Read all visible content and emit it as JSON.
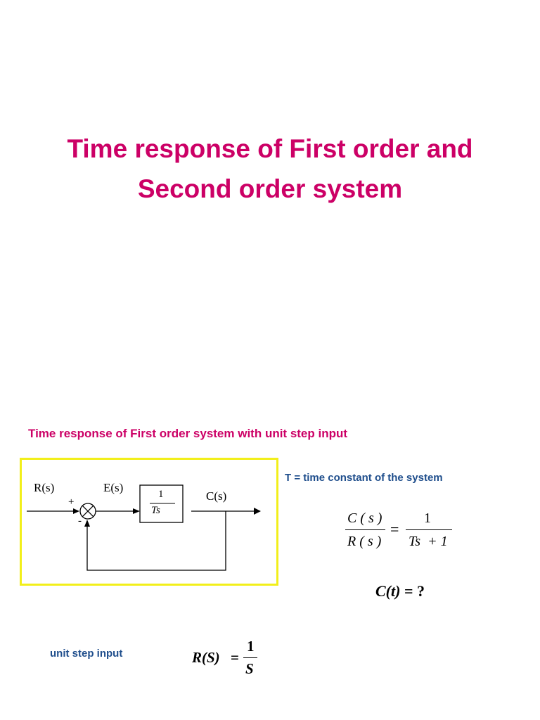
{
  "title": {
    "line1": "Time response of First order and",
    "line2": "Second order system"
  },
  "section_heading": "Time response of First order system with unit step input",
  "time_constant_note": "T = time  constant of the system",
  "block_diagram": {
    "input_label": "R(s)",
    "error_label": "E(s)",
    "output_label": "C(s)",
    "plus_sign": "+",
    "minus_sign": "-",
    "block_numerator": "1",
    "block_denominator": "Ts",
    "border_color": "#f2ef1a"
  },
  "transfer_function": {
    "lhs_numerator": "C ( s )",
    "lhs_denominator": "R ( s )",
    "equals": "=",
    "rhs_numerator": "1",
    "rhs_denominator": "Ts  + 1"
  },
  "output_question": {
    "lhs": "C(t)",
    "rhs": "= ?"
  },
  "unit_step_label": "unit step input",
  "unit_step_eq": {
    "lhs": "R(S)",
    "equals": "=",
    "numerator": "1",
    "denominator": "S"
  },
  "colors": {
    "title": "#cc0066",
    "note_blue": "#1f4e8c"
  }
}
